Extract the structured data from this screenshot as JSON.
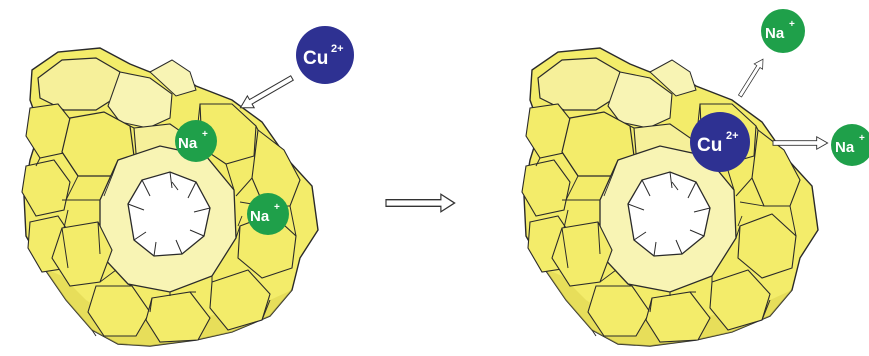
{
  "colors": {
    "framework_fill": "#f3ec6a",
    "framework_light": "#f8f4b4",
    "framework_shade": "#d9d04a",
    "outline": "#2a2a2a",
    "cu_ion": "#2e3192",
    "na_ion": "#1fa04a",
    "arrow": "#333333"
  },
  "ions": {
    "cu": {
      "symbol": "Cu",
      "charge": "2+"
    },
    "na": {
      "symbol": "Na",
      "charge": "+"
    }
  },
  "panels": {
    "before": {
      "cu_ions": 1,
      "na_ions_in_framework": 2
    },
    "after": {
      "cu_ions_in_framework": 1,
      "na_ions_released": 2
    }
  },
  "icons": {
    "entry_arrow": "hollow-arrow-icon",
    "reaction_arrow": "hollow-arrow-icon",
    "release_arrow": "hollow-arrow-icon"
  }
}
